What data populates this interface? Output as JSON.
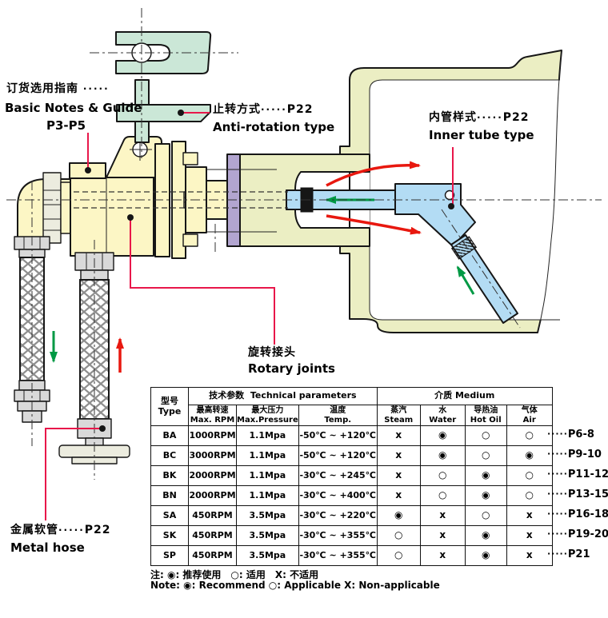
{
  "colors": {
    "body_yellow": "#fcf6c5",
    "drum_green": "#ebeec3",
    "bracket_green": "#cbe7d7",
    "flange_purple": "#b2a5d0",
    "tube_blue": "#b3dcf4",
    "fitting_gray": "#d9d9d9",
    "leader_red": "#e8174a",
    "arrow_red": "#e8180f",
    "arrow_green": "#009944"
  },
  "labels": {
    "basic_notes": {
      "cn": "订货选用指南",
      "dots": "·····",
      "en": "Basic Notes & Guide",
      "page": "P3-P5"
    },
    "anti_rotation": {
      "cn": "止转方式",
      "dots": "·····",
      "page": "P22",
      "en": "Anti-rotation type"
    },
    "inner_tube": {
      "cn": "内管样式",
      "dots": "·····",
      "page": "P22",
      "en": "Inner tube type"
    },
    "rotary_joints": {
      "cn": "旋转接头",
      "en": "Rotary joints"
    },
    "metal_hose": {
      "cn": "金属软管",
      "dots": "·····",
      "page": "P22",
      "en": "Metal hose"
    }
  },
  "table": {
    "headers": {
      "type_cn": "型号",
      "type_en": "Type",
      "tech_cn": "技术参数",
      "tech_en": "Technical parameters",
      "medium_cn": "介质",
      "medium_en": "Medium",
      "rpm_cn": "最高转速",
      "rpm_en": "Max. RPM",
      "pressure_cn": "最大压力",
      "pressure_en": "Max.Pressure",
      "temp_cn": "温度",
      "temp_en": "Temp.",
      "steam_cn": "蒸汽",
      "steam_en": "Steam",
      "water_cn": "水",
      "water_en": "Water",
      "hot_oil_cn": "导热油",
      "hot_oil_en": "Hot Oil",
      "air_cn": "气体",
      "air_en": "Air"
    },
    "rows": [
      {
        "type": "BA",
        "rpm": "1000RPM",
        "pressure": "1.1Mpa",
        "temp": "-50℃ ~ +120℃",
        "steam": "x",
        "water": "◉",
        "hot_oil": "○",
        "air": "○",
        "page": "P6-8"
      },
      {
        "type": "BC",
        "rpm": "3000RPM",
        "pressure": "1.1Mpa",
        "temp": "-50℃ ~ +120℃",
        "steam": "x",
        "water": "◉",
        "hot_oil": "○",
        "air": "◉",
        "page": "P9-10"
      },
      {
        "type": "BK",
        "rpm": "2000RPM",
        "pressure": "1.1Mpa",
        "temp": "-30℃ ~ +245℃",
        "steam": "x",
        "water": "○",
        "hot_oil": "◉",
        "air": "○",
        "page": "P11-12"
      },
      {
        "type": "BN",
        "rpm": "2000RPM",
        "pressure": "1.1Mpa",
        "temp": "-30℃ ~ +400℃",
        "steam": "x",
        "water": "○",
        "hot_oil": "◉",
        "air": "○",
        "page": "P13-15"
      },
      {
        "type": "SA",
        "rpm": "450RPM",
        "pressure": "3.5Mpa",
        "temp": "-30℃ ~ +220℃",
        "steam": "◉",
        "water": "x",
        "hot_oil": "○",
        "air": "x",
        "page": "P16-18"
      },
      {
        "type": "SK",
        "rpm": "450RPM",
        "pressure": "3.5Mpa",
        "temp": "-30℃ ~ +355℃",
        "steam": "○",
        "water": "x",
        "hot_oil": "◉",
        "air": "x",
        "page": "P19-20"
      },
      {
        "type": "SP",
        "rpm": "450RPM",
        "pressure": "3.5Mpa",
        "temp": "-30℃ ~ +355℃",
        "steam": "○",
        "water": "x",
        "hot_oil": "◉",
        "air": "x",
        "page": "P21"
      }
    ],
    "ref_dots": "·····",
    "note_cn": "注: ◉: 推荐使用　○: 适用　X: 不适用",
    "note_en": "Note: ◉: Recommend ○: Applicable X: Non-applicable"
  }
}
